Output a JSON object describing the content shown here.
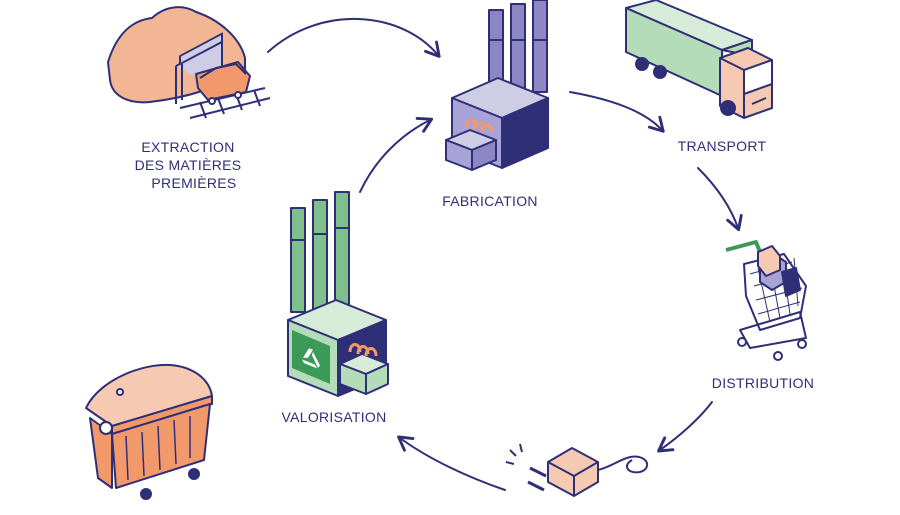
{
  "diagram": {
    "stages": {
      "extraction": {
        "lines": [
          "EXTRACTION",
          "DES MATIÈRES",
          "PREMIÈRES"
        ]
      },
      "fabrication": {
        "label": "FABRICATION"
      },
      "transport": {
        "label": "TRANSPORT"
      },
      "distribution": {
        "label": "DISTRIBUTION"
      },
      "valorisation": {
        "label": "VALORISATION"
      }
    },
    "colors": {
      "outline": "#2f2f78",
      "label": "#2f2f78",
      "factory_purple": "#a8a3d6",
      "factory_purple_dark": "#8c86c4",
      "recycling_green": "#b5dcb8",
      "recycle_symbol": "#3b9a57",
      "mine_salmon": "#f3b695",
      "cart_orange": "#f2996c",
      "truck_green": "#b5dcb8",
      "truck_cab": "#f6c9b3",
      "bin_orange": "#f2996c",
      "cart_frame_green": "#3b9a57"
    },
    "icons": [
      "mine-icon",
      "factory-icon",
      "truck-icon",
      "shopping-cart-icon",
      "plug-icon",
      "recycling-plant-icon",
      "dumpster-icon"
    ]
  }
}
